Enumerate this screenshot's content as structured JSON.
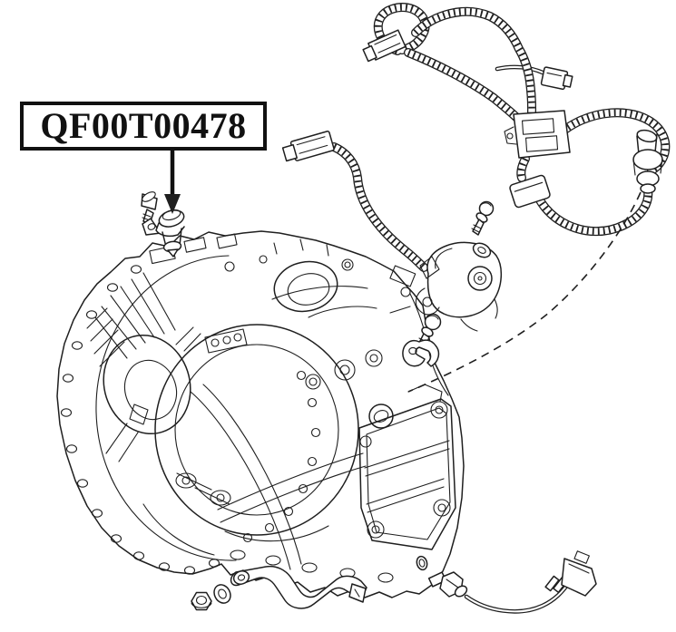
{
  "callout": {
    "part_number": "QF00T00478"
  },
  "diagram": {
    "type": "exploded-parts-line-drawing",
    "subject": "automatic-transmission-case-with-sensors-and-wiring-harness",
    "colors": {
      "background": "#ffffff",
      "line": "#1f1f1f",
      "label_border": "#111111",
      "label_text": "#111111"
    },
    "parts": [
      "part-number-callout",
      "callout-arrow",
      "speed-sensor",
      "sensor-bolt",
      "transmission-case",
      "wiring-harness",
      "harness-loop-connector",
      "harness-branch-connector",
      "switch-harness-connector",
      "harness-bracket",
      "harness-relay-box",
      "round-connector",
      "inhibitor-switch",
      "switch-bolt",
      "retainer-bolt",
      "retainer-clip",
      "leader-dashed-line",
      "temperature-sensor-pigtail",
      "o-ring",
      "lock-nut",
      "washer",
      "manual-lever"
    ]
  }
}
